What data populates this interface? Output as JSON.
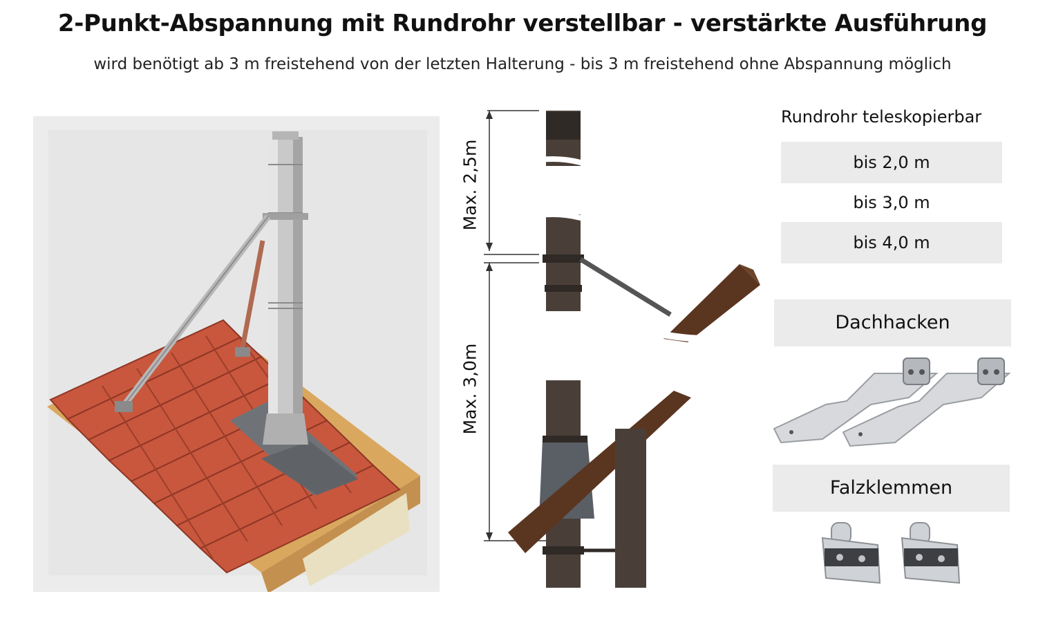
{
  "header": {
    "title": "2-Punkt-Abspannung mit Rundrohr verstellbar - verstärkte Ausführung",
    "subtitle": "wird benötigt ab 3 m freistehend von der letzten Halterung - bis 3 m freistehend ohne Abspannung möglich"
  },
  "diagram": {
    "upper_dimension": "Max. 2,5m",
    "lower_dimension": "Max. 3,0m"
  },
  "telescopic": {
    "heading": "Rundrohr teleskopierbar",
    "options": [
      "bis 2,0 m",
      "bis 3,0 m",
      "bis 4,0 m"
    ]
  },
  "parts": {
    "roof_hooks": "Dachhacken",
    "seam_clamps": "Falzklemmen"
  },
  "colors": {
    "box_background": "#ebebeb",
    "roof_tile": "#c8573e",
    "chimney_steel": "#c9c9c9",
    "pipe_dark": "#4a3f38",
    "rafter_wood": "#5a3520"
  }
}
